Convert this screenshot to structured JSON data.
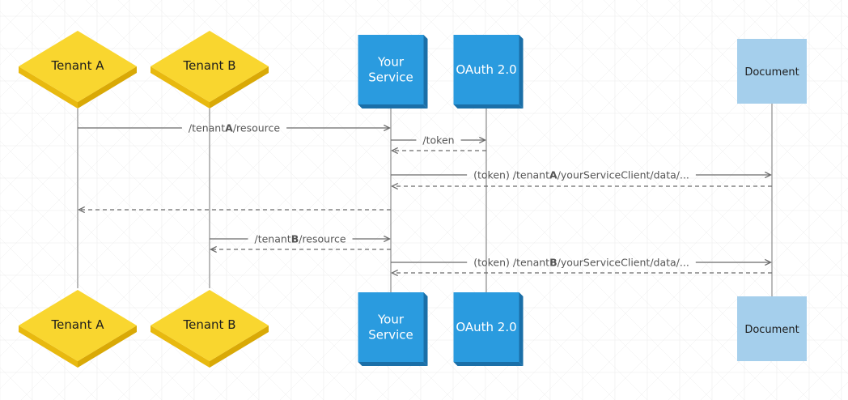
{
  "colors": {
    "tenant_fill": "#f9d62f",
    "tenant_side_left": "#e8b90f",
    "tenant_side_right": "#d9a906",
    "service_fill": "#2a9bdf",
    "service_side": "#1a6fa8",
    "document_fill": "#a5cfec",
    "lifeline": "#8c8c8c",
    "arrow": "#6b6b6b",
    "grid": "#ececec"
  },
  "actors": [
    {
      "id": "tenant-a",
      "shape": "diamond",
      "lines": [
        "Tenant A"
      ]
    },
    {
      "id": "tenant-b",
      "shape": "diamond",
      "lines": [
        "Tenant B"
      ]
    },
    {
      "id": "your-service",
      "shape": "box",
      "lines": [
        "Your",
        "Service"
      ]
    },
    {
      "id": "oauth",
      "shape": "box",
      "lines": [
        "OAuth 2.0"
      ]
    },
    {
      "id": "document",
      "shape": "flat",
      "lines": [
        "Document"
      ]
    }
  ],
  "messages": [
    {
      "id": "msg-1",
      "from": "tenant-a",
      "to": "your-service",
      "style": "solid",
      "label_parts": [
        {
          "text": "/tenant"
        },
        {
          "text": "A",
          "bold": true
        },
        {
          "text": "/resource"
        }
      ]
    },
    {
      "id": "msg-2",
      "from": "your-service",
      "to": "oauth",
      "style": "solid",
      "label_parts": [
        {
          "text": "/token"
        }
      ]
    },
    {
      "id": "msg-3",
      "from": "oauth",
      "to": "your-service",
      "style": "dashed",
      "label_parts": []
    },
    {
      "id": "msg-4",
      "from": "your-service",
      "to": "document",
      "style": "solid",
      "label_parts": [
        {
          "text": "(token) /tenant"
        },
        {
          "text": "A",
          "bold": true
        },
        {
          "text": "/yourServiceClient/data/..."
        }
      ]
    },
    {
      "id": "msg-5",
      "from": "document",
      "to": "your-service",
      "style": "dashed",
      "label_parts": []
    },
    {
      "id": "msg-6",
      "from": "your-service",
      "to": "tenant-a",
      "style": "dashed",
      "label_parts": []
    },
    {
      "id": "msg-7",
      "from": "tenant-b",
      "to": "your-service",
      "style": "solid",
      "label_parts": [
        {
          "text": "/tenant"
        },
        {
          "text": "B",
          "bold": true
        },
        {
          "text": "/resource"
        }
      ]
    },
    {
      "id": "msg-8",
      "from": "your-service",
      "to": "tenant-b",
      "style": "dashed",
      "label_parts": []
    },
    {
      "id": "msg-9",
      "from": "your-service",
      "to": "document",
      "style": "solid",
      "label_parts": [
        {
          "text": "(token) /tenant"
        },
        {
          "text": "B",
          "bold": true
        },
        {
          "text": "/yourServiceClient/data/..."
        }
      ]
    },
    {
      "id": "msg-10",
      "from": "document",
      "to": "your-service",
      "style": "dashed",
      "label_parts": []
    }
  ]
}
